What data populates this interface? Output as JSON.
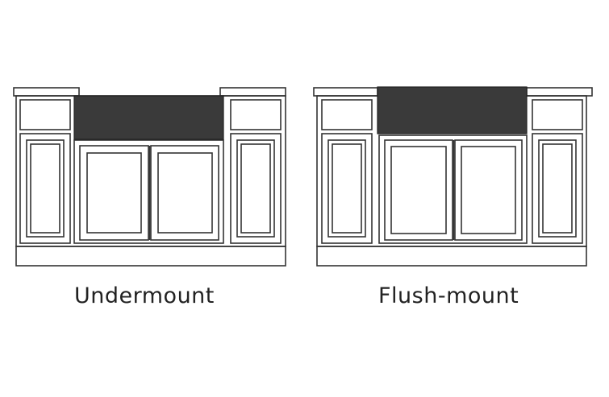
{
  "diagrams": [
    {
      "id": "undermount",
      "caption": "Undermount"
    },
    {
      "id": "flushmount",
      "caption": "Flush-mount"
    }
  ],
  "colors": {
    "line": "#333333",
    "sink": "#3a3a3a",
    "background": "#ffffff"
  }
}
